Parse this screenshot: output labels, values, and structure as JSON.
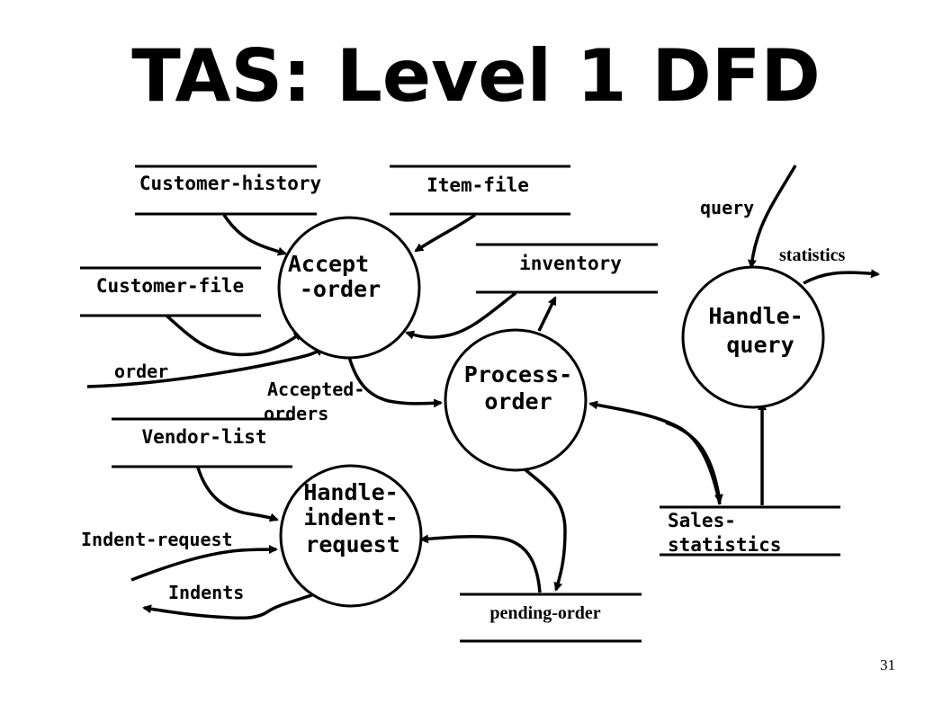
{
  "title": "TAS: Level 1 DFD",
  "page_number": "31",
  "processes": {
    "accept_order": [
      "Accept",
      "-order"
    ],
    "process_order": [
      "Process-",
      "order"
    ],
    "handle_query": [
      "Handle-",
      "query"
    ],
    "handle_indent_request": [
      "Handle-",
      "indent-",
      "request"
    ]
  },
  "stores": {
    "customer_history": "Customer-history",
    "item_file": "Item-file",
    "inventory": "inventory",
    "customer_file": "Customer-file",
    "vendor_list": "Vendor-list",
    "sales_statistics": [
      "Sales-",
      "statistics"
    ],
    "pending_order": "pending-order"
  },
  "flows": {
    "query": "query",
    "statistics": "statistics",
    "order": "order",
    "accepted_orders": [
      "Accepted-",
      "orders"
    ],
    "indent_request": "Indent-request",
    "indents": "Indents"
  }
}
